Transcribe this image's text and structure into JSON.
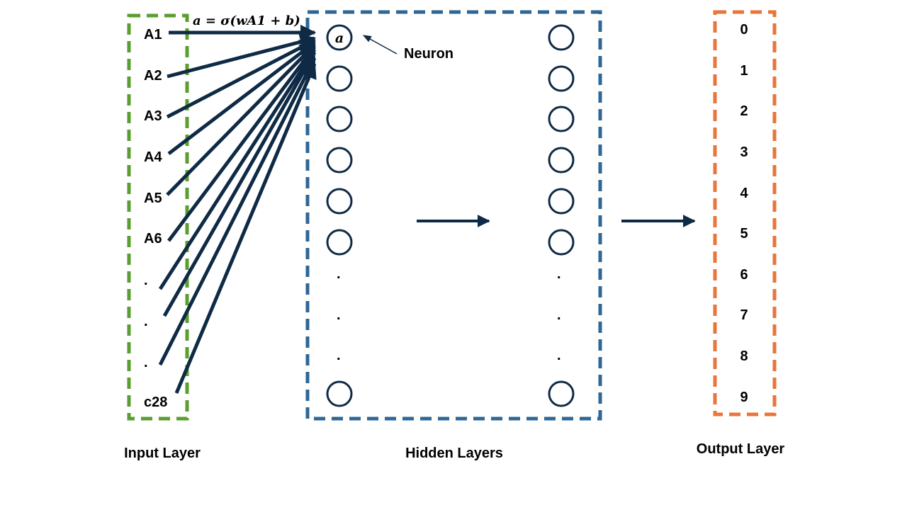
{
  "colors": {
    "input_box": "#5A9E2F",
    "hidden_box": "#2E6796",
    "output_box": "#E8763A",
    "arrow": "#0F2A45",
    "neuron": "#0F2A45"
  },
  "input_layer": {
    "label": "Input Layer",
    "items": [
      "A1",
      "A2",
      "A3",
      "A4",
      "A5",
      "A6",
      ".",
      ".",
      ".",
      "c28"
    ]
  },
  "hidden_layers": {
    "label": "Hidden Layers",
    "neuron_symbol": "a",
    "formula": "a = σ(wA1 + b)",
    "callout": "Neuron",
    "ellipsis": "."
  },
  "output_layer": {
    "label": "Output Layer",
    "items": [
      "0",
      "1",
      "2",
      "3",
      "4",
      "5",
      "6",
      "7",
      "8",
      "9"
    ]
  }
}
